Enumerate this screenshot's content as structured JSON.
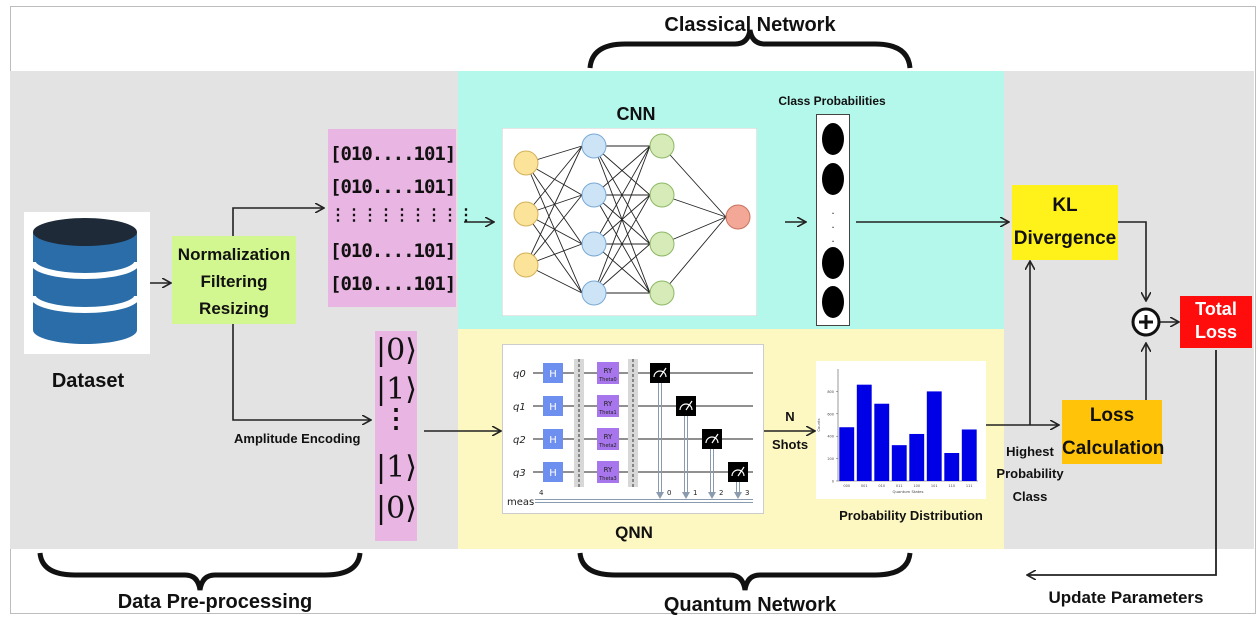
{
  "titles": {
    "classical_network": "Classical Network",
    "quantum_network": "Quantum Network",
    "data_preprocessing": "Data Pre-processing"
  },
  "dataset": {
    "label": "Dataset"
  },
  "preprocess": {
    "line1": "Normalization",
    "line2": "Filtering",
    "line3": "Resizing"
  },
  "binary_rows": {
    "row1": "[010....101]",
    "row2": "[010....101]",
    "dots": "⋮⋮⋮⋮⋮⋮⋮⋮⋮",
    "row3": "[010....101]",
    "row4": "[010....101]"
  },
  "amplitude_encoding": "Amplitude Encoding",
  "kets": {
    "k1": "|0⟩",
    "k2": "|1⟩",
    "dots": "⋮",
    "k3": "|1⟩",
    "k4": "|0⟩"
  },
  "cnn": {
    "label": "CNN"
  },
  "class_probabilities": {
    "label": "Class Probabilities"
  },
  "qnn": {
    "label": "QNN",
    "qubits": [
      "q0",
      "q1",
      "q2",
      "q3"
    ],
    "hadamard": "H",
    "rotation": "RY",
    "thetas": [
      "Theta0",
      "Theta1",
      "Theta2",
      "Theta3"
    ],
    "meas_label": "meas",
    "meas_count": "4",
    "bit_indices": [
      "0",
      "1",
      "2",
      "3"
    ]
  },
  "shots": {
    "line1": "N",
    "line2": "Shots"
  },
  "probability_distribution": {
    "label": "Probability Distribution"
  },
  "highest_probability": {
    "line1": "Highest",
    "line2": "Probability",
    "line3": "Class"
  },
  "kl_divergence": {
    "line1": "KL",
    "line2": "Divergence"
  },
  "loss_calculation": {
    "line1": "Loss",
    "line2": "Calculation"
  },
  "total_loss": {
    "line1": "Total",
    "line2": "Loss"
  },
  "update_parameters": "Update Parameters",
  "plus_symbol": "+",
  "colors": {
    "gray_panel": "#e3e3e3",
    "cyan_panel": "#b4f8ec",
    "yellow_panel": "#fdf7c2",
    "pink": "#e9b5e2",
    "green_box": "#d3f790",
    "kl_box": "#fff11a",
    "loss_box": "#ffc40a",
    "total_box": "#ff0d0d",
    "bar": "#0000e6",
    "database": "#2a6da8"
  },
  "chart_data": {
    "type": "bar",
    "categories": [
      "000",
      "001",
      "010",
      "011",
      "100",
      "101",
      "110",
      "111"
    ],
    "values": [
      480,
      860,
      690,
      320,
      420,
      800,
      250,
      460
    ],
    "ylim": [
      0,
      1000
    ],
    "xlabel": "Quantum States",
    "ylabel": "Counts"
  }
}
